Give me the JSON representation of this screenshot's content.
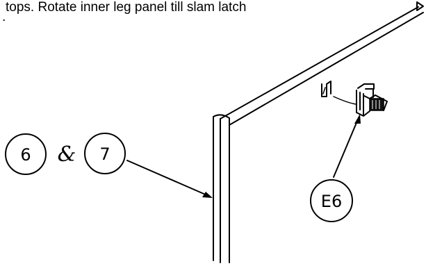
{
  "note": {
    "line1": "tops.  Rotate inner leg panel till slam latch",
    "line2": "."
  },
  "callouts": {
    "part_a": "6",
    "ampersand": "&",
    "part_b": "7",
    "latch": "E6"
  }
}
